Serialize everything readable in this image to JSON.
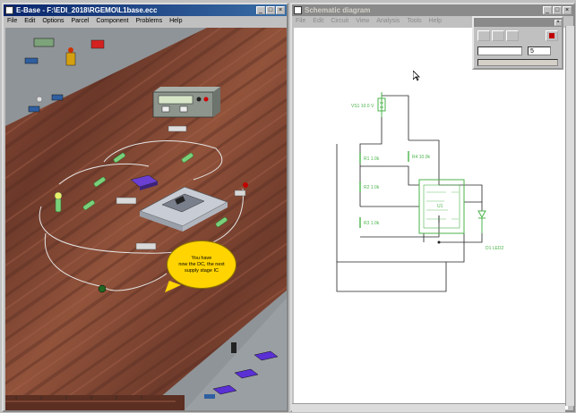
{
  "left_window": {
    "title": "E-Base - F:\\EDI_2018\\RGEMO\\L1base.ecc",
    "menu": [
      "File",
      "Edit",
      "Options",
      "Parcel",
      "Component",
      "Problems",
      "Help"
    ]
  },
  "right_window": {
    "title": "Schematic diagram",
    "menu": [
      "File",
      "Edit",
      "Circuit",
      "View",
      "Analysis",
      "Tools",
      "Help"
    ]
  },
  "callout": {
    "lines": [
      "You have",
      "now the DC, the next",
      "supply stage IC"
    ]
  },
  "schematic": {
    "labels": {
      "source": "VS1 10.0 V",
      "r1": "R1 1.0k",
      "r2": "R2 1.0k",
      "r3": "R3 1.0k",
      "r4": "R4 10.0k",
      "led": "D1 LED2",
      "ic": "U1"
    }
  },
  "palette": {
    "value": "5"
  },
  "colors": {
    "title_active": "#08246b",
    "wood": "#7a4232",
    "schematic_green": "#4ab34a",
    "wire": "#222222",
    "callout": "#ffd400"
  }
}
